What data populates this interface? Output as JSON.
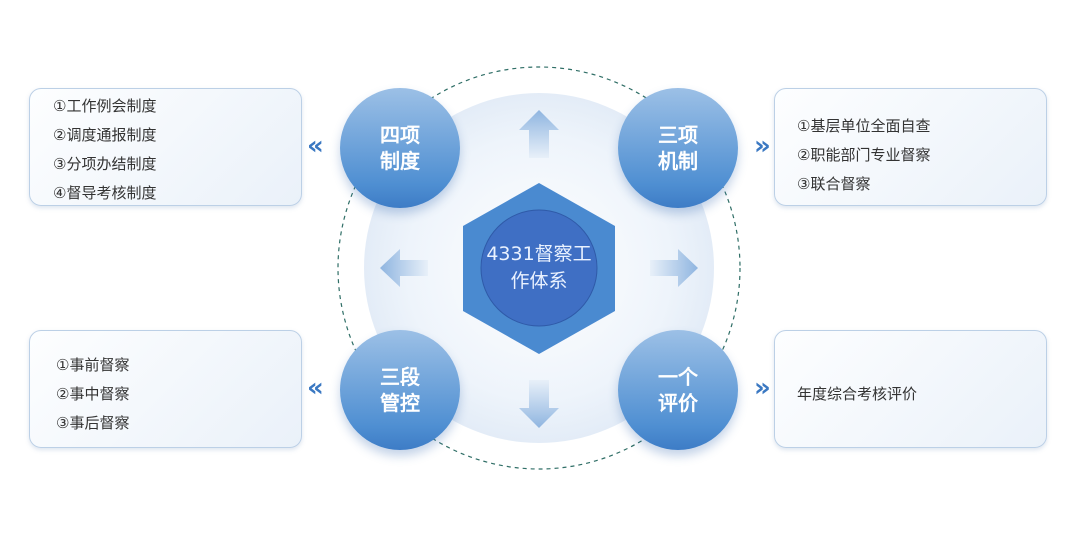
{
  "center": {
    "title": "4331督察工作体系"
  },
  "nodes": [
    {
      "label": "四项制度",
      "items": [
        "①工作例会制度",
        "②调度通报制度",
        "③分项办结制度",
        "④督导考核制度"
      ]
    },
    {
      "label": "三项机制",
      "items": [
        "①基层单位全面自查",
        "②职能部门专业督察",
        "③联合督察"
      ]
    },
    {
      "label": "三段管控",
      "items": [
        "①事前督察",
        "②事中督察",
        "③事后督察"
      ]
    },
    {
      "label": "一个评价",
      "items": [
        "年度综合考核评价"
      ]
    }
  ],
  "chevrons": {
    "left": "«",
    "right": "»"
  },
  "colors": {
    "primary": "#3d7cc6",
    "hexagon": "#4a8ad0",
    "inner": "#3f6fc4"
  }
}
